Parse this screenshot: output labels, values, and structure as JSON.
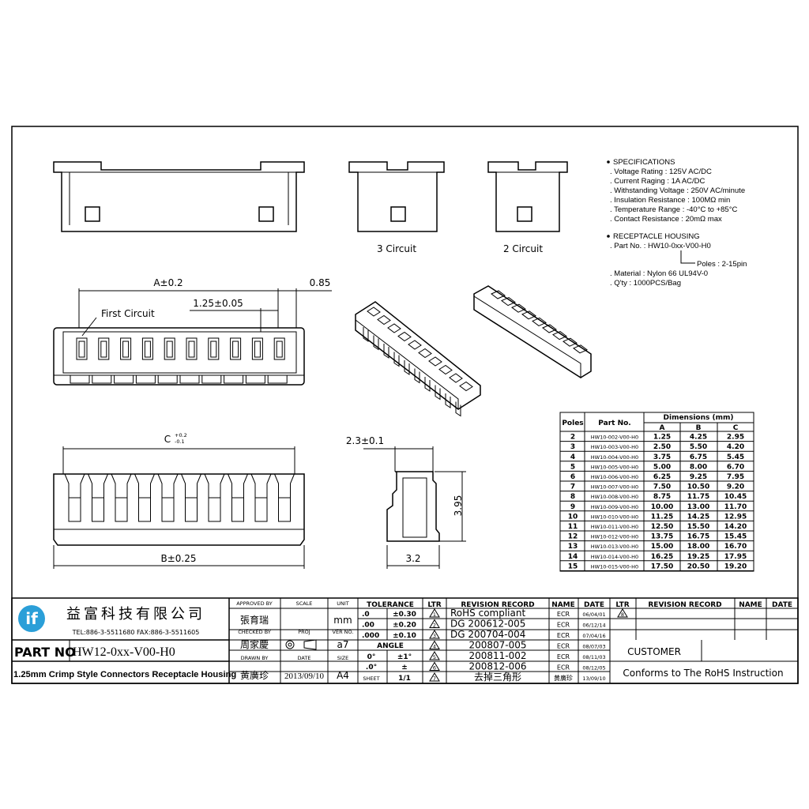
{
  "specifications": {
    "heading": "SPECIFICATIONS",
    "items": [
      ". Voltage Rating : 125V AC/DC",
      ". Current Raging : 1A AC/DC",
      ". Withstanding Voltage : 250V AC/minute",
      ". Insulation Resistance : 100MΩ min",
      ". Temperature Range : -40°C to +85°C",
      ". Contact Resistance : 20mΩ max"
    ]
  },
  "receptacle_housing": {
    "heading": "RECEPTACLE HOUSING",
    "part_no": ". Part No. : HW10-0xx-V00-H0",
    "poles_note": "Poles : 2-15pin",
    "material": ". Material : Nylon 66 UL94V-0",
    "qty": ". Q'ty : 1000PCS/Bag"
  },
  "views": {
    "three_circuit": "3 Circuit",
    "two_circuit": "2 Circuit",
    "first_circuit": "First Circuit",
    "dim_a": "A±0.2",
    "dim_085": "0.85",
    "dim_pitch": "1.25±0.05",
    "dim_c": "C",
    "dim_c_tol_upper": "+0.2",
    "dim_c_tol_lower": "-0.1",
    "dim_b": "B±0.25",
    "dim_23": "2.3±0.1",
    "dim_395": "3.95",
    "dim_32": "3.2"
  },
  "dimension_table": {
    "headers": {
      "poles": "Poles",
      "part_no": "Part No.",
      "dimensions": "Dimensions (mm)",
      "a": "A",
      "b": "B",
      "c": "C"
    },
    "rows": [
      [
        "2",
        "HW10-002-V00-H0",
        "1.25",
        "4.25",
        "2.95"
      ],
      [
        "3",
        "HW10-003-V00-H0",
        "2.50",
        "5.50",
        "4.20"
      ],
      [
        "4",
        "HW10-004-V00-H0",
        "3.75",
        "6.75",
        "5.45"
      ],
      [
        "5",
        "HW10-005-V00-H0",
        "5.00",
        "8.00",
        "6.70"
      ],
      [
        "6",
        "HW10-006-V00-H0",
        "6.25",
        "9.25",
        "7.95"
      ],
      [
        "7",
        "HW10-007-V00-H0",
        "7.50",
        "10.50",
        "9.20"
      ],
      [
        "8",
        "HW10-008-V00-H0",
        "8.75",
        "11.75",
        "10.45"
      ],
      [
        "9",
        "HW10-009-V00-H0",
        "10.00",
        "13.00",
        "11.70"
      ],
      [
        "10",
        "HW10-010-V00-H0",
        "11.25",
        "14.25",
        "12.95"
      ],
      [
        "11",
        "HW10-011-V00-H0",
        "12.50",
        "15.50",
        "14.20"
      ],
      [
        "12",
        "HW10-012-V00-H0",
        "13.75",
        "16.75",
        "15.45"
      ],
      [
        "13",
        "HW10-013-V00-H0",
        "15.00",
        "18.00",
        "16.70"
      ],
      [
        "14",
        "HW10-014-V00-H0",
        "16.25",
        "19.25",
        "17.95"
      ],
      [
        "15",
        "HW10-015-V00-H0",
        "17.50",
        "20.50",
        "19.20"
      ]
    ]
  },
  "title_block": {
    "logo_text": "if",
    "logo_color": "#2b9fd8",
    "company": "益富科技有限公司",
    "contact": "TEL:886-3-5511680 FAX:886-3-5511605",
    "part_no_label": "PART NO",
    "part_no": "HW12-0xx-V00-H0",
    "description": "1.25mm Crimp Style Connectors Receptacle Housing",
    "approved_by_label": "APPROVED BY",
    "approved_by": "張育瑞",
    "checked_by_label": "CHECKED BY",
    "checked_by": "周家慶",
    "drawn_by_label": "DRAWN BY",
    "drawn_by": "黄廣珍",
    "scale_label": "SCALE",
    "scale": "",
    "proj_label": "PROJ",
    "date_label": "DATE",
    "date": "2013/09/10",
    "unit_label": "UNIT",
    "unit": "mm",
    "ver_label": "VER NO.",
    "ver": "a7",
    "size_label": "SIZE",
    "size": "A4",
    "tolerance_label": "TOLERANCE",
    "tolerances": [
      [
        ".0",
        "±0.30"
      ],
      [
        ".00",
        "±0.20"
      ],
      [
        ".000",
        "±0.10"
      ]
    ],
    "angle_label": "ANGLE",
    "angles": [
      [
        "0°",
        "±1°"
      ],
      [
        ".0°",
        "±"
      ]
    ],
    "sheet_label": "SHEET",
    "sheet": "1/1"
  },
  "revisions": {
    "headers": {
      "ltr": "LTR",
      "record": "REVISION RECORD",
      "name": "NAME",
      "date": "DATE"
    },
    "rows": [
      {
        "ltr": "1",
        "record": "RoHS compliant",
        "name": "ECR",
        "date": "06/04/01"
      },
      {
        "ltr": "2",
        "record": "DG 200612-005",
        "name": "ECR",
        "date": "06/12/14"
      },
      {
        "ltr": "3",
        "record": "DG 200704-004",
        "name": "ECR",
        "date": "07/04/16"
      },
      {
        "ltr": "4",
        "record": "200807-005",
        "name": "ECR",
        "date": "08/07/03"
      },
      {
        "ltr": "5",
        "record": "200811-002",
        "name": "ECR",
        "date": "08/11/03"
      },
      {
        "ltr": "6",
        "record": "200812-006",
        "name": "ECR",
        "date": "08/12/05"
      },
      {
        "ltr": "7",
        "record": "去掉三角形",
        "name": "黄廣珍",
        "date": "13/09/10"
      }
    ],
    "right_rows": [
      {
        "ltr": "8"
      }
    ],
    "customer_label": "CUSTOMER",
    "rohs_note": "Conforms to The RoHS Instruction"
  }
}
